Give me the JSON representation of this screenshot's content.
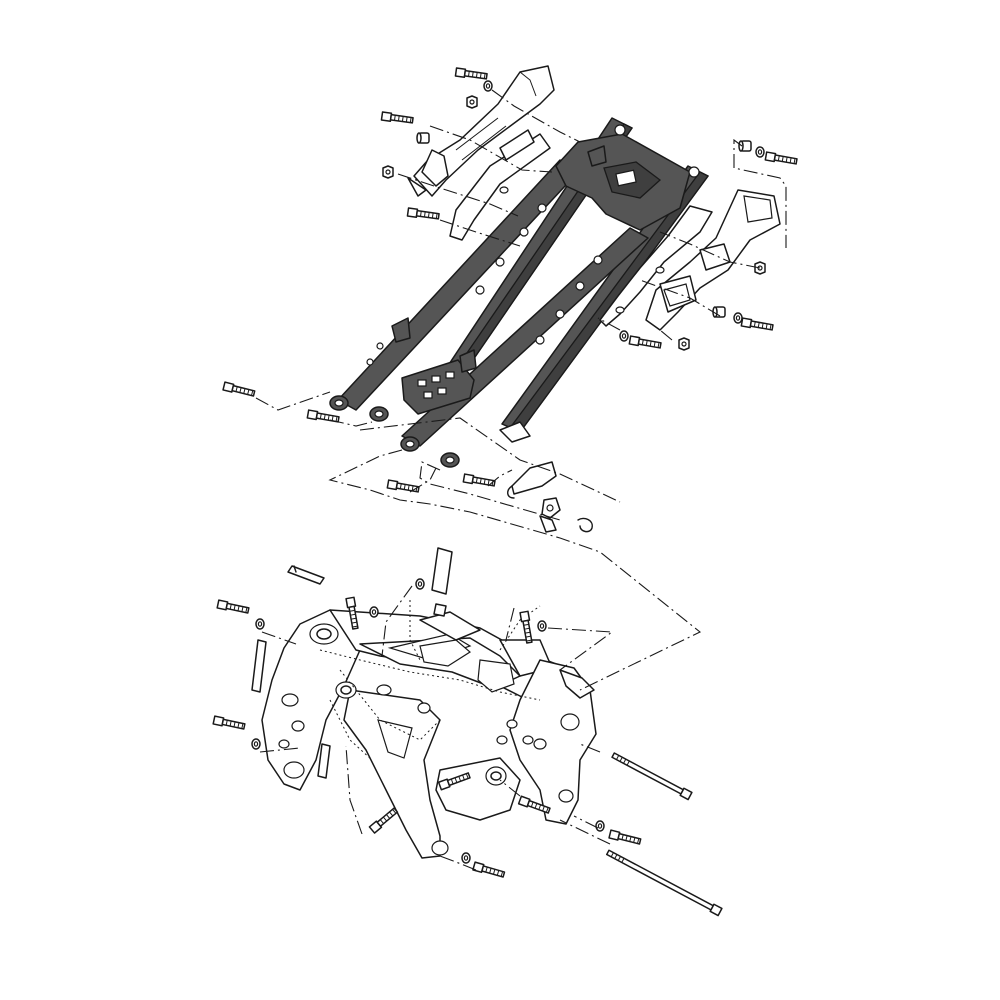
{
  "diagram": {
    "style": "exploded parts view, line art",
    "colors": {
      "background": "#ffffff",
      "line": "#1a1a1a",
      "subframe_fill": "#555555",
      "subframe_shadow": "#3f3f3f"
    },
    "groups": [
      {
        "name": "rear-subframe",
        "shaded": true
      },
      {
        "name": "left-seat-rail-bracket",
        "shaded": false
      },
      {
        "name": "right-footrest-bracket",
        "shaded": false
      },
      {
        "name": "wire-clamp-bracket",
        "shaded": false
      },
      {
        "name": "main-frame",
        "shaded": false
      },
      {
        "name": "engine-mount-bolts",
        "shaded": false
      }
    ]
  }
}
